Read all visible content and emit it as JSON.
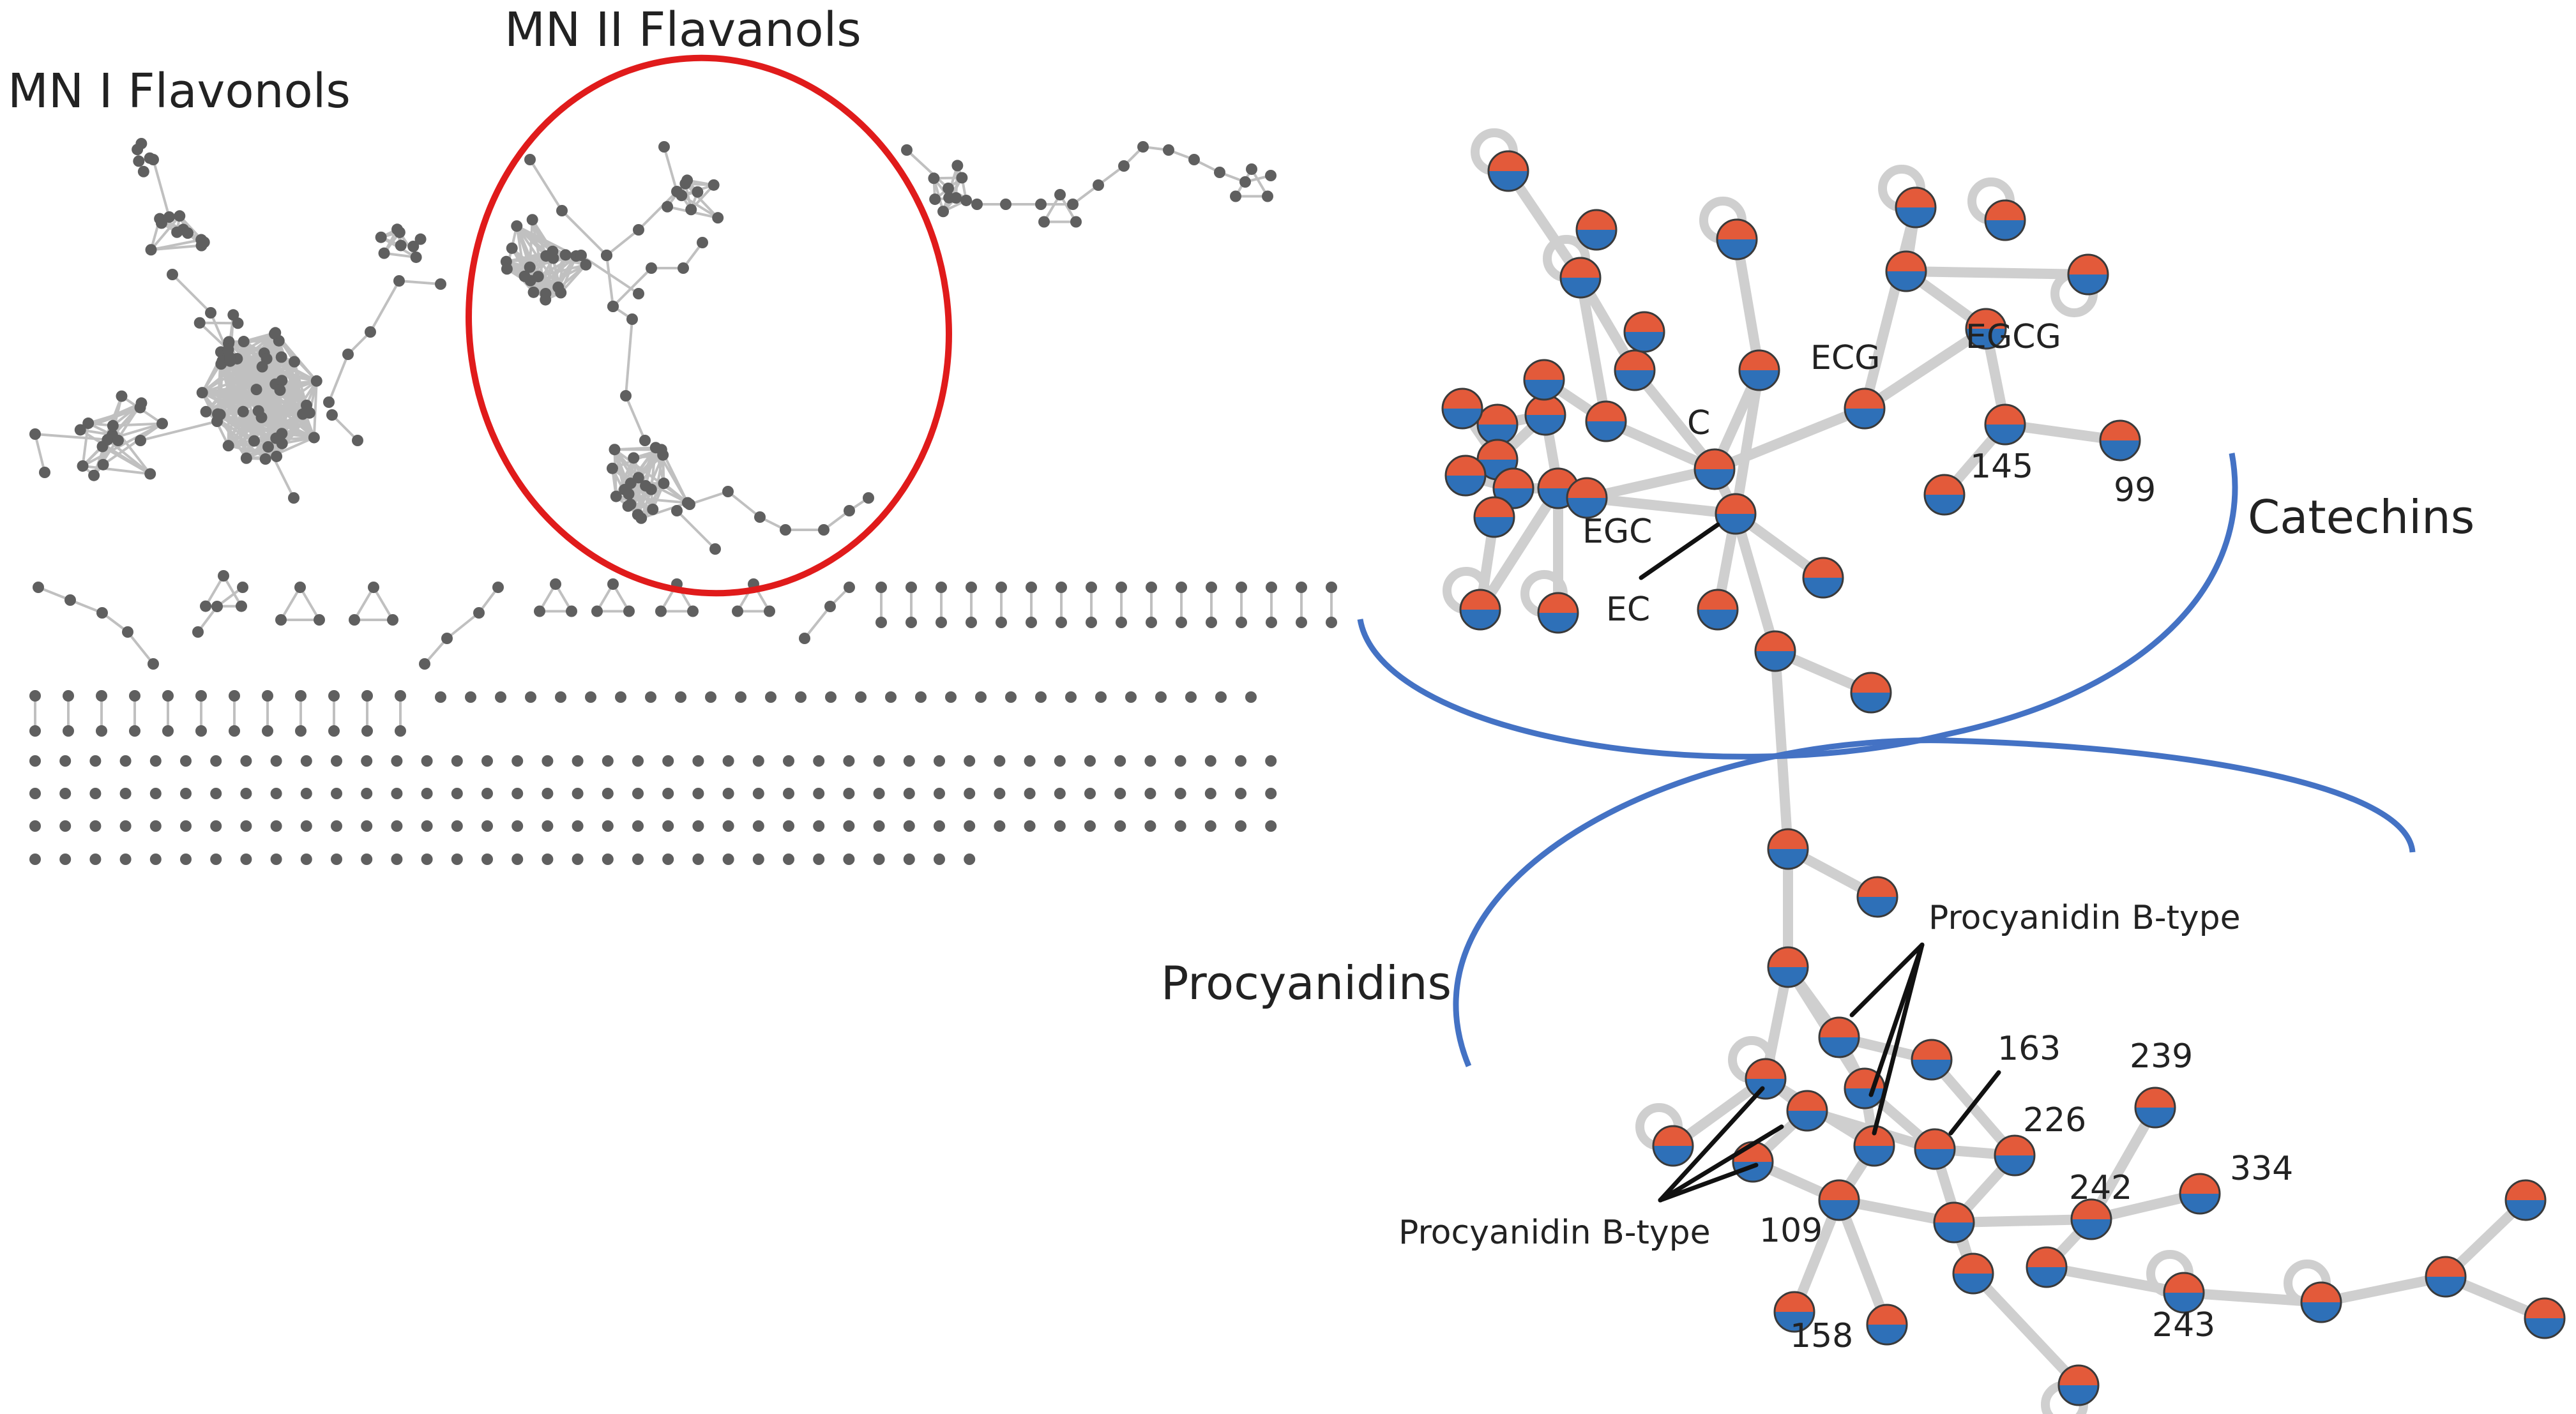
{
  "titles": {
    "mn1": "MN I  Flavonols",
    "mn2": "MN II  Flavanols"
  },
  "regions": {
    "catechins": "Catechins",
    "procyanidins": "Procyanidins"
  },
  "compound_labels": {
    "c": "C",
    "ecg": "ECG",
    "egcg": "EGCG",
    "egc": "EGC",
    "ec": "EC",
    "n145": "145",
    "n99": "99",
    "b_type_top": "Procyanidin B-type",
    "b_type_bottom": "Procyanidin B-type",
    "n163": "163",
    "n239": "239",
    "n226": "226",
    "n334": "334",
    "n242": "242",
    "n109": "109",
    "n158": "158",
    "n243": "243"
  },
  "colors": {
    "highlight_circle": "#e01b1b",
    "region_arc": "#4472c4",
    "node_top": "#e35a3a",
    "node_bottom": "#2e70b8",
    "network_node": "#5f5f5f",
    "network_edge": "#c0c0c0"
  }
}
